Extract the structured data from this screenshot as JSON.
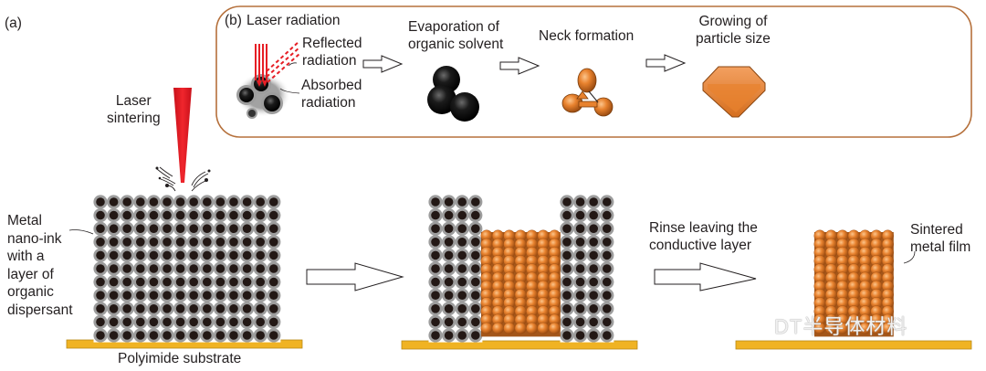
{
  "panel_a": {
    "label": "(a)",
    "laser_label": "Laser\nsintering",
    "ink_label": "Metal\nnano-ink\nwith a\nlayer of\norganic\ndispersant",
    "substrate_label": "Polyimide substrate",
    "rinse_label": "Rinse leaving the\nconductive layer",
    "film_label": "Sintered\nmetal film"
  },
  "panel_b": {
    "label": "(b)",
    "title": "Laser radiation",
    "reflected_label": "Reflected\nradiation",
    "absorbed_label": "Absorbed\nradiation",
    "steps": [
      {
        "label": "Evaporation of\norganic solvent"
      },
      {
        "label": "Neck formation"
      },
      {
        "label": "Growing of\nparticle size"
      }
    ]
  },
  "colors": {
    "laser": "#e61e25",
    "nanoparticle_core": "#231815",
    "dispersant_shell": "#9d9d9d",
    "sintered_metal": "#e8822e",
    "substrate": "#f0b323",
    "substrate_edge": "#b98a16",
    "panel_border": "#b5703b"
  },
  "watermark": "DT半导体材料"
}
